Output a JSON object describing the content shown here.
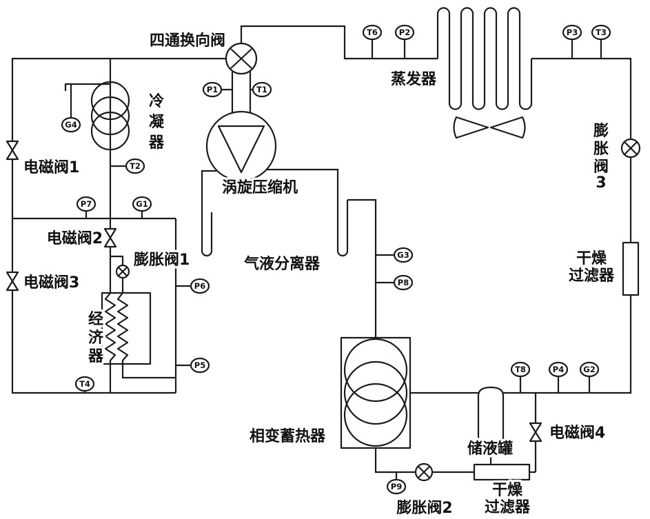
{
  "diagram": {
    "background": "#ffffff",
    "line_color": "#1a1a1a",
    "labels": {
      "four_way_valve": "四通换向阀",
      "evaporator": "蒸发器",
      "condenser_chars": [
        "冷",
        "凝",
        "器"
      ],
      "solenoid_valve_1": "电磁阀1",
      "solenoid_valve_2": "电磁阀2",
      "solenoid_valve_3": "电磁阀3",
      "solenoid_valve_4": "电磁阀4",
      "expansion_valve_1": "膨胀阀1",
      "expansion_valve_2": "膨胀阀2",
      "expansion_valve_3_chars": [
        "膨",
        "胀",
        "阀",
        "3"
      ],
      "economizer_chars": [
        "经",
        "济",
        "器"
      ],
      "scroll_compressor": "涡旋压缩机",
      "gas_liquid_separator": "气液分离器",
      "phase_change_storage": "相变蓄热器",
      "liquid_receiver": "储液罐",
      "filter_drier_right_line1": "干燥",
      "filter_drier_right_line2": "过滤器",
      "filter_drier_bottom_line1": "干燥",
      "filter_drier_bottom_line2": "过滤器"
    },
    "sensors": {
      "t1": "T1",
      "t2": "T2",
      "t3": "T3",
      "t4": "T4",
      "t6": "T6",
      "t8": "T8",
      "p1": "P1",
      "p2": "P2",
      "p3": "P3",
      "p4": "P4",
      "p5": "P5",
      "p6": "P6",
      "p7": "P7",
      "p8": "P8",
      "p9": "P9",
      "g1": "G1",
      "g2": "G2",
      "g3": "G3",
      "g4": "G4"
    }
  }
}
